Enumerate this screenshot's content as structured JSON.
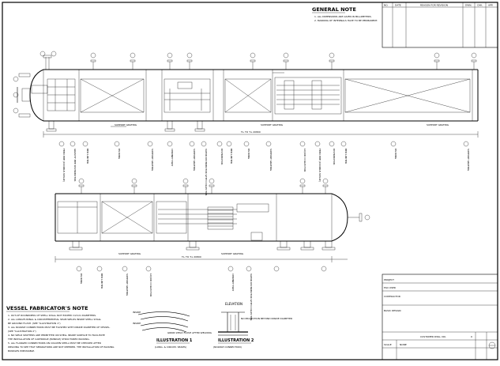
{
  "general_note": {
    "title": "GENERAL NOTE",
    "lines": [
      "1. ALL DIMENSIONS ARE GIVEN IN MILLIMETERS.",
      "2. MARKING OF INTERNALS HAVE TO BE PERMANENT."
    ]
  },
  "revision_table": {
    "headers": [
      "NO.",
      "DATE",
      "REASON FOR REVISION",
      "DWN.",
      "CHK.",
      "APP."
    ]
  },
  "vessel_note": {
    "title": "VESSEL FABRICATOR'S NOTE",
    "lines": [
      "1. OUT-OF ROUNDNESS OF SHELL SHALL NOT EXCEED ±2mm DIAMETERS.",
      "2. ALL LONGITUDINAL & CIRCUMFERENTIAL SEAM WELDS INSIDE SHELL SHALL",
      "   BE GROUND FLUSH. (SEE \"ILLUSTRATION 1\")",
      "3. ALL NOZZLE CONNECTIONS MUST BE FLUSHED WITH INSIDE DIAMETER OF VESSEL.",
      "   (SEE \"ILLUSTRATION 2\")",
      "4. NO WELD SPATTERS ARE PERMITTED ON SHELL INSIDE SURFACE TO FACILITATE",
      "   THE INSTALLATION OF CARTRIDGE (BUNDLE) STRUCTURED PACKING.",
      "5. ALL FLANGED CONNECTIONS ON COLUMN SHELL MUST BE CHECKED AFTER",
      "   WELDING TO SEE THAT SEPARATIONS ARE NOT IMPEDED. THE INSTALLATION OF PACKING",
      "   BUNDLES IMPOSSIBLE."
    ]
  },
  "illustration1": {
    "title": "ILLUSTRATION 1",
    "subtitle": "(LONG. & CIRCUM. SEAMS)",
    "labels": [
      "INSIDE",
      "INSIDE",
      "GRIND WELD FLUSH AFTER WELDING"
    ]
  },
  "illustration2": {
    "title": "ILLUSTRATION 2",
    "subtitle": "(NOZZLE CONNECTION)",
    "labels": [
      "NO PROJECTION BEYOND INSIDE DIAMETER"
    ]
  },
  "elevation_label": "ELEVATION",
  "dimension_top": "T.L TO T.L 20800",
  "dimension_bottom": "T.L TO T.L 20800",
  "support_labels": [
    "SUPPORT GRATING",
    "SUPPORT GRATING",
    "SUPPORT GRATING",
    "SUPPORT GRATING",
    "SUPPORT GRATING"
  ],
  "top_callouts": [
    "FEED PIPE (DOUBLE-STAGE)",
    "GRAVITY PIPE DISTRIBUTOR",
    "BED LIMITER",
    "PACKING",
    "SUPPORT GRATING",
    "CHIMNEY TRAY",
    "SUPPORT GRATING",
    "VAPOR DISTRIBUTOR WITH COLLECTOR",
    "DISTRIBUTOR",
    "BED LIMITER",
    "PACKING",
    "SUPPORT GRATING",
    "LIQUID COLLECTOR",
    "FEED PIPE (DOUBLE-STAGE)",
    "DISTRIBUTOR",
    "BED LIMITER",
    "PACKING",
    "SUPPORT GRATING"
  ],
  "bottom_callouts": [
    "PACKING",
    "BED LIMITER",
    "SUPPORT GRATING",
    "LIQUID COLLECTOR",
    "CHIMNEY TRAY",
    "VAPOR DISTRIBUTOR WITH COLLECTOR"
  ],
  "title_block": {
    "project": "PROJECT",
    "fao_user": "FAO USER",
    "contractor": "CONTRACTOR",
    "basic_design": "BASIC DESIGN",
    "customer_dwg": "CUSTOMER DWG. NO.",
    "rev": "0",
    "scale_label": "SCALE",
    "scale_value": "NONE"
  }
}
